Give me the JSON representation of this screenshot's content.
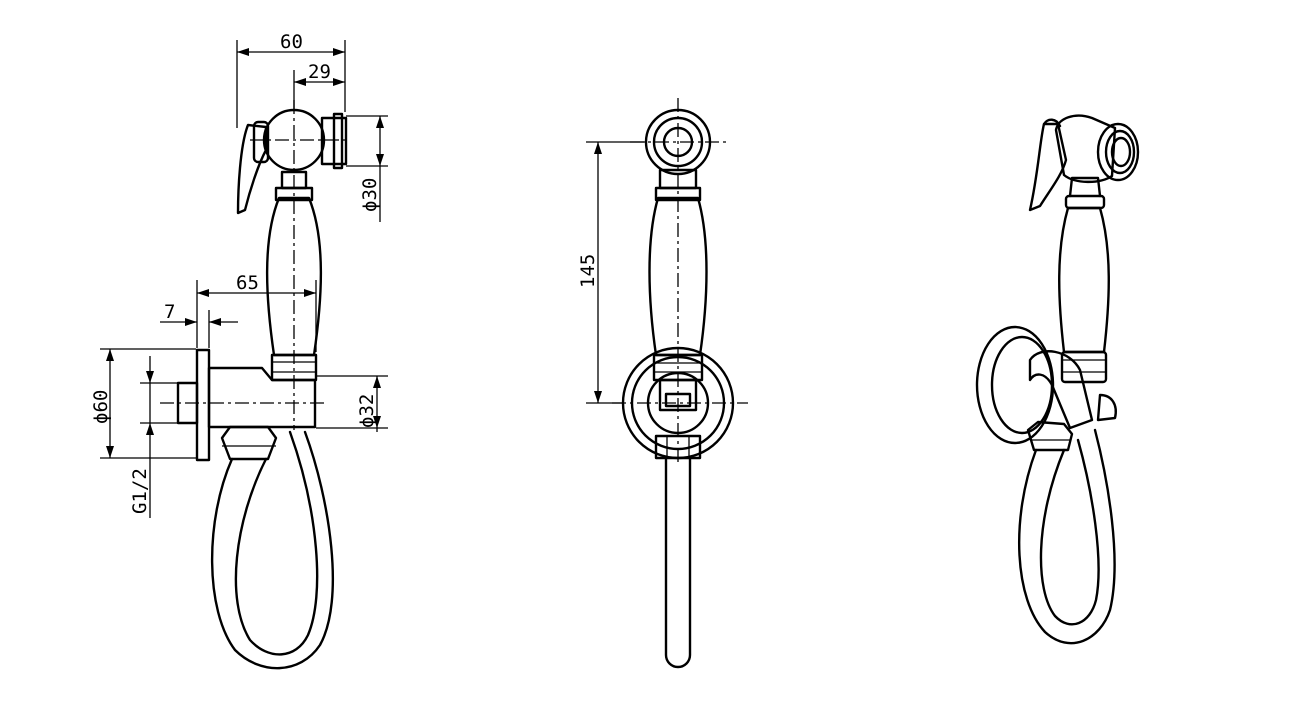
{
  "dimensions": {
    "overall_width": "60",
    "head_offset": "29",
    "head_diameter": "ϕ30",
    "projection": "65",
    "plate_thickness": "7",
    "plate_diameter": "ϕ60",
    "thread": "G1/2",
    "body_diameter": "ϕ32",
    "height": "145"
  },
  "views": [
    "side-view",
    "front-view",
    "perspective-view"
  ]
}
